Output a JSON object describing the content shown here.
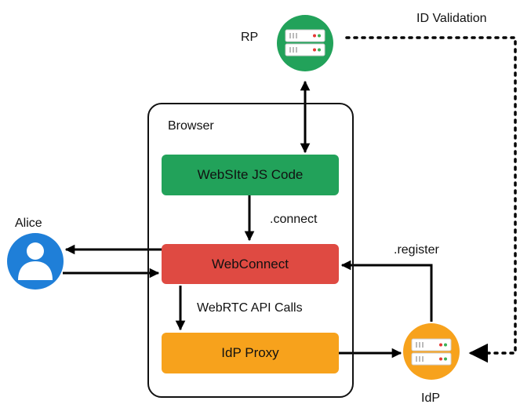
{
  "colors": {
    "website": "#22a25a",
    "webconnect": "#df4a42",
    "idp_proxy": "#f7a21c",
    "rp_node": "#22a25a",
    "idp_node": "#f7a21c",
    "alice_node": "#1f7fd8",
    "line": "#000000"
  },
  "browser": {
    "label": "Browser"
  },
  "boxes": {
    "website": "WebSIte JS Code",
    "webconnect": "WebConnect",
    "idp_proxy": "IdP Proxy"
  },
  "nodes": {
    "rp": {
      "label": "RP",
      "icon": "server-icon"
    },
    "idp": {
      "label": "IdP",
      "icon": "server-icon"
    },
    "alice": {
      "label": "Alice",
      "icon": "user-icon"
    }
  },
  "edge_labels": {
    "connect": ".connect",
    "register": ".register",
    "webrtc": "WebRTC API Calls",
    "id_validation": "ID Validation"
  }
}
